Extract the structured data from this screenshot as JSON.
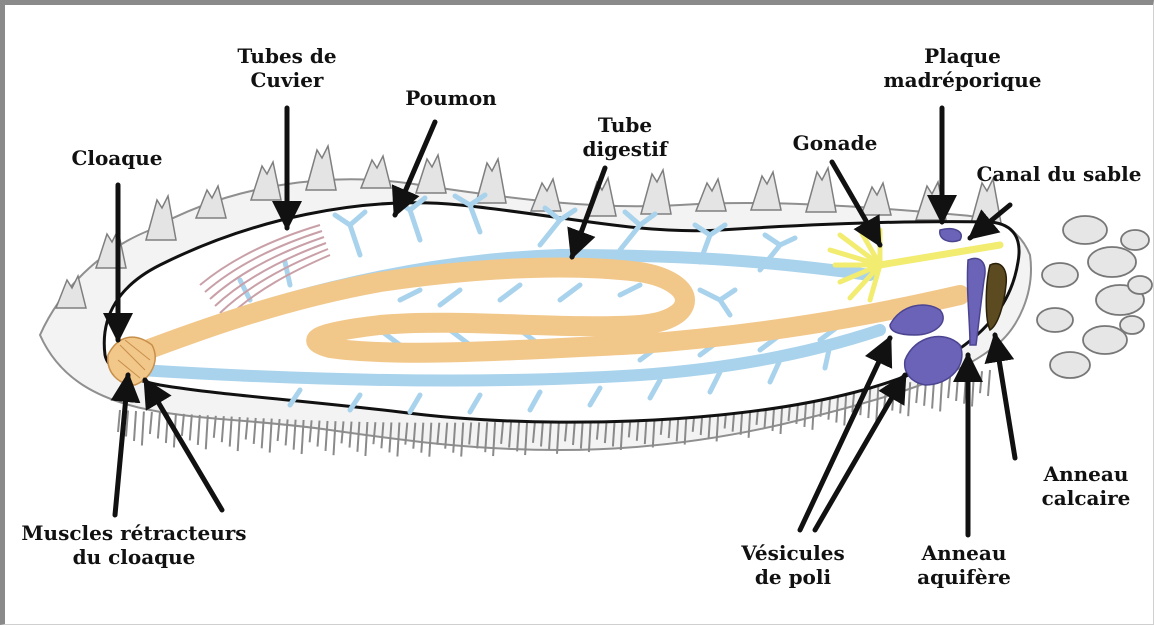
{
  "labels": {
    "tubes_cuvier": [
      "Tubes de",
      "Cuvier"
    ],
    "poumon": "Poumon",
    "tube_digestif": [
      "Tube",
      "digestif"
    ],
    "plaque": [
      "Plaque",
      "madréporique"
    ],
    "cloaque": "Cloaque",
    "gonade": "Gonade",
    "canal": "Canal du sable",
    "muscles": [
      "Muscles rétracteurs",
      "du cloaque"
    ],
    "vesicules": [
      "Vésicules",
      "de poli"
    ],
    "anneau_aquifere": [
      "Anneau",
      "aquifère"
    ],
    "anneau_calcaire": [
      "Anneau",
      "calcaire"
    ]
  },
  "colors": {
    "lung": "#a9d3ec",
    "gut": "#f2c78a",
    "gonad": "#f2ec70",
    "water_vascular": "#6a63b8",
    "outline": "#111111",
    "texture": "#8f8f8f"
  }
}
